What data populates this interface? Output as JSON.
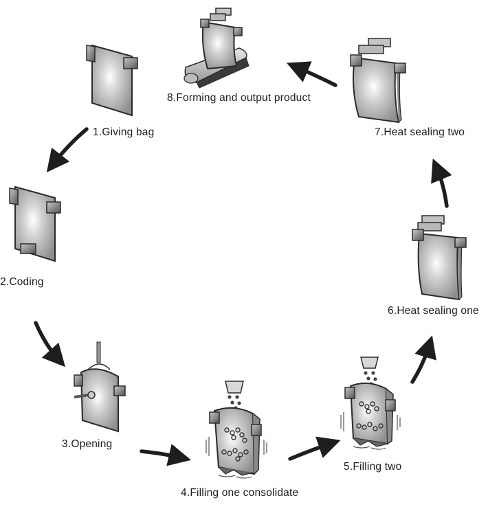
{
  "diagram": {
    "title": "Bag packaging process",
    "steps": [
      {
        "number": 1,
        "label": "1.Giving bag",
        "icon": "flat-bag-icon"
      },
      {
        "number": 2,
        "label": "2.Coding",
        "icon": "coding-bag-icon"
      },
      {
        "number": 3,
        "label": "3.Opening",
        "icon": "opening-bag-icon"
      },
      {
        "number": 4,
        "label": "4.Filling one consolidate",
        "icon": "filling-bag-icon"
      },
      {
        "number": 5,
        "label": "5.Filling two",
        "icon": "filling-bag-icon"
      },
      {
        "number": 6,
        "label": "6.Heat sealing one",
        "icon": "sealing-bag-icon"
      },
      {
        "number": 7,
        "label": "7.Heat sealing two",
        "icon": "sealing-bag-icon"
      },
      {
        "number": 8,
        "label": "8.Forming and output product",
        "icon": "conveyor-output-icon"
      }
    ],
    "flow": [
      {
        "from": 1,
        "to": 2
      },
      {
        "from": 2,
        "to": 3
      },
      {
        "from": 3,
        "to": 4
      },
      {
        "from": 4,
        "to": 5
      },
      {
        "from": 5,
        "to": 6
      },
      {
        "from": 6,
        "to": 7
      },
      {
        "from": 7,
        "to": 8
      }
    ],
    "colors": {
      "outline": "#2b2b2b",
      "bag_fill": "#a8a8a8",
      "bag_highlight": "#f4f4f4",
      "clamp": "#7a7a7a",
      "arrow": "#1e1e1e",
      "text": "#1c1c1c"
    }
  }
}
